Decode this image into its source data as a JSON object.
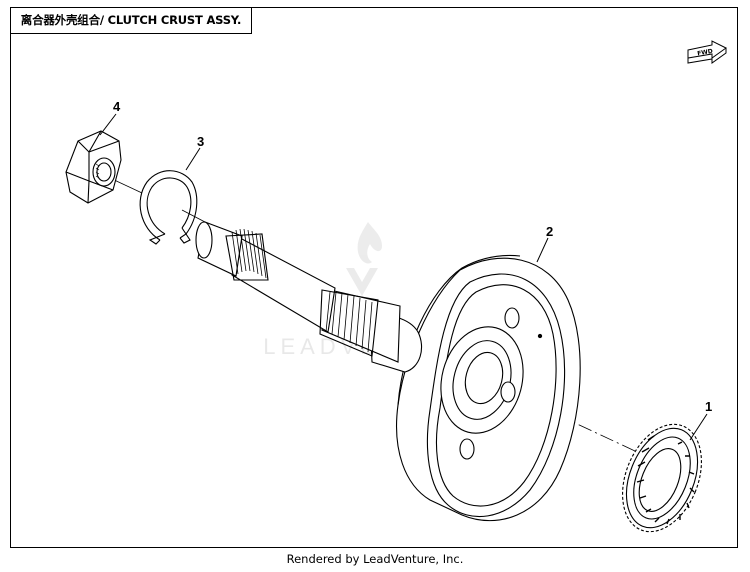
{
  "title": "离合器外壳组合/ CLUTCH CRUST ASSY.",
  "fwd_label": "FWD",
  "watermark": "LEADVENTURE",
  "footer": "Rendered by LeadVenture, Inc.",
  "callouts": [
    "1",
    "2",
    "3",
    "4"
  ]
}
